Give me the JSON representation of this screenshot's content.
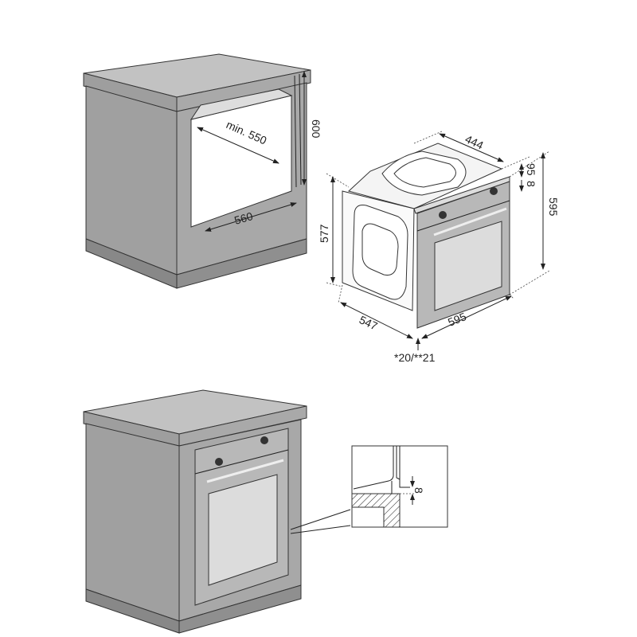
{
  "diagram": {
    "cabinet_top": {
      "depth_label": "min. 550",
      "height_label": "600",
      "width_label": "560"
    },
    "oven": {
      "top_depth_label": "444",
      "panel_top_label": "95",
      "panel_gap_label": "8",
      "front_height_label": "595",
      "body_height_label": "577",
      "body_depth_label": "547",
      "front_width_label": "595",
      "front_thickness_label": "*20/**21"
    },
    "detail": {
      "gap_label": "8"
    },
    "colors": {
      "cabinet": "#a6a6a6",
      "cabinet_top": "#bdbdbd",
      "oven_panel": "#b8b8b8",
      "oven_glass": "#dcdcdc"
    }
  }
}
